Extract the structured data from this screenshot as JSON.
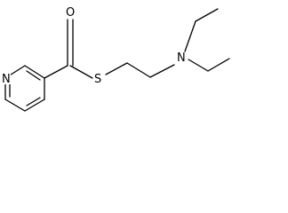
{
  "molecule": {
    "atoms": {
      "oxygen": "O",
      "ring_nitrogen": "N",
      "sulfur": "S",
      "amine_nitrogen": "N"
    }
  },
  "colors": {
    "bond": "#000000",
    "background": "#ffffff"
  }
}
